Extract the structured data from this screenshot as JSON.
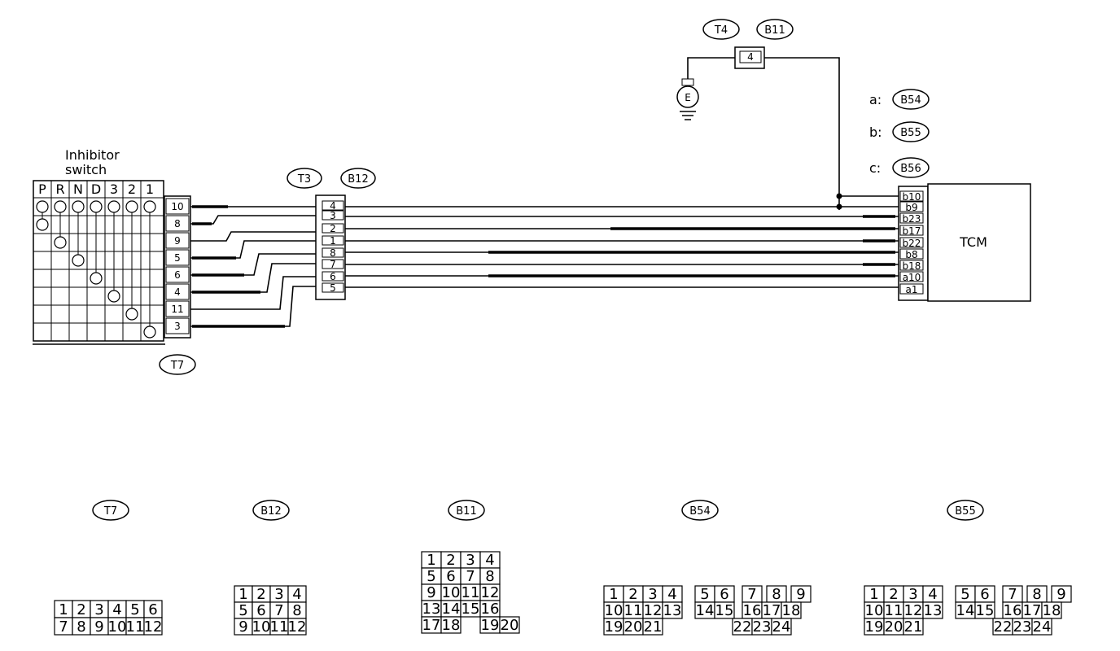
{
  "inhibitor": {
    "title_line1": "Inhibitor",
    "title_line2": "switch",
    "positions": [
      "P",
      "R",
      "N",
      "D",
      "3",
      "2",
      "1"
    ],
    "pins": [
      "10",
      "8",
      "9",
      "5",
      "6",
      "4",
      "11",
      "3"
    ],
    "connector_tag": "T7"
  },
  "mid_connector": {
    "tags": [
      "T3",
      "B12"
    ],
    "pins": [
      "4",
      "3",
      "2",
      "1",
      "8",
      "7",
      "6",
      "5"
    ]
  },
  "ground": {
    "tags": [
      "T4",
      "B11"
    ],
    "pin": "4",
    "symbol": "E"
  },
  "tcm": {
    "label": "TCM",
    "legend": [
      {
        "key": "a:",
        "tag": "B54"
      },
      {
        "key": "b:",
        "tag": "B55"
      },
      {
        "key": "c:",
        "tag": "B56"
      }
    ],
    "pins": [
      "b10",
      "b9",
      "b23",
      "b17",
      "b22",
      "b8",
      "b18",
      "a10",
      "a1"
    ]
  },
  "connector_views": [
    {
      "tag": "T7",
      "rows": [
        [
          "1",
          "2",
          "3",
          "4",
          "5",
          "6"
        ],
        [
          "7",
          "8",
          "9",
          "10",
          "11",
          "12"
        ]
      ]
    },
    {
      "tag": "B12",
      "rows": [
        [
          "1",
          "2",
          "3",
          "4"
        ],
        [
          "5",
          "6",
          "7",
          "8"
        ],
        [
          "9",
          "10",
          "11",
          "12"
        ]
      ]
    },
    {
      "tag": "B11",
      "rows": [
        [
          "1",
          "2",
          "3",
          "4"
        ],
        [
          "5",
          "6",
          "7",
          "8"
        ],
        [
          "9",
          "10",
          "11",
          "12"
        ],
        [
          "13",
          "14",
          "15",
          "16"
        ],
        [
          "17",
          "18",
          "19",
          "20"
        ]
      ]
    },
    {
      "tag": "B54",
      "rows": [
        [
          "1",
          "2",
          "3",
          "4",
          "5",
          "6",
          "7",
          "8",
          "9"
        ],
        [
          "10",
          "11",
          "12",
          "13",
          "14",
          "15",
          "16",
          "17",
          "18"
        ],
        [
          "19",
          "20",
          "21",
          "22",
          "23",
          "24"
        ]
      ]
    },
    {
      "tag": "B55",
      "rows": [
        [
          "1",
          "2",
          "3",
          "4",
          "5",
          "6",
          "7",
          "8",
          "9"
        ],
        [
          "10",
          "11",
          "12",
          "13",
          "14",
          "15",
          "16",
          "17",
          "18"
        ],
        [
          "19",
          "20",
          "21",
          "22",
          "23",
          "24"
        ]
      ]
    }
  ]
}
